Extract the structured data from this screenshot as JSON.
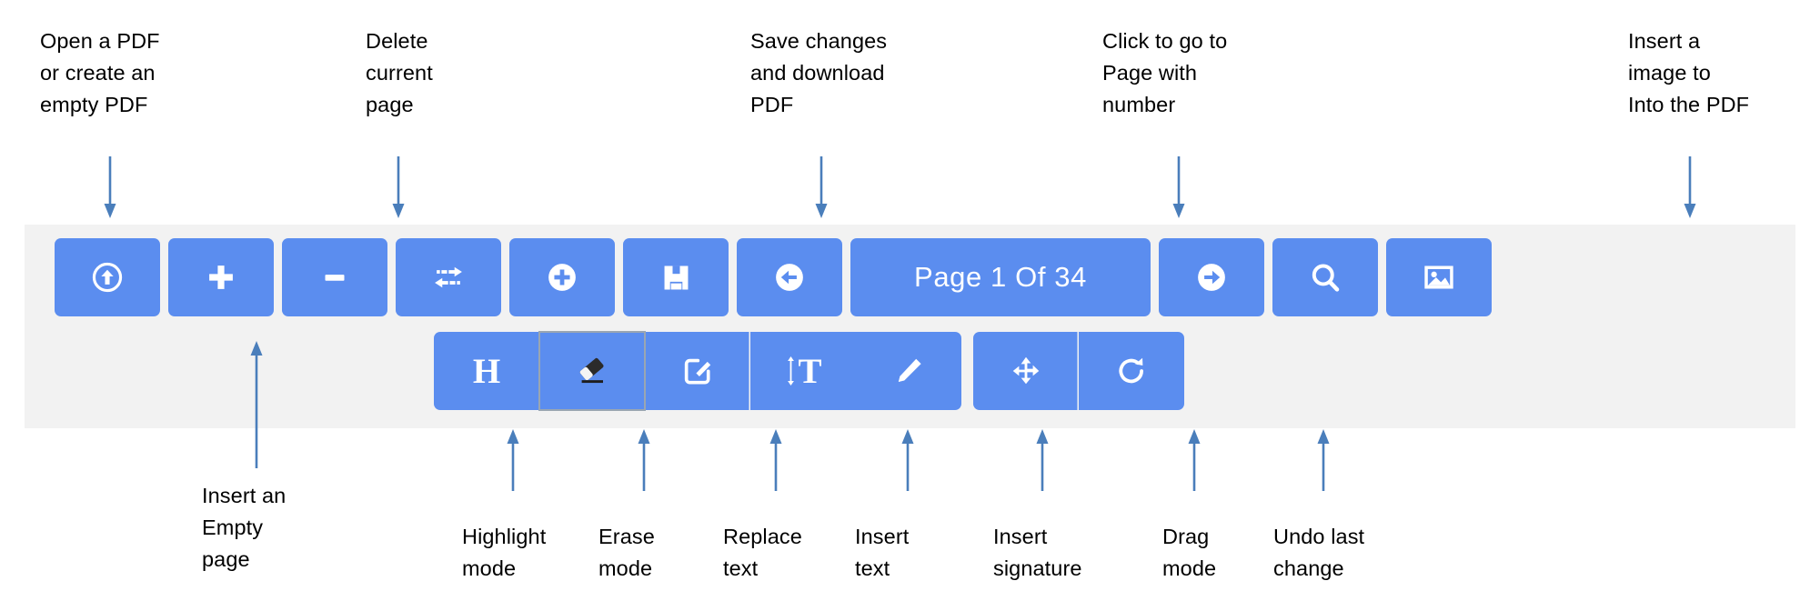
{
  "accent_blue": "#5b8def",
  "toolbar_bg": "#f2f2f2",
  "arrow_color": "#4a7ebb",
  "text_color": "#000000",
  "annotations": {
    "top": [
      {
        "id": "open-pdf",
        "text": "Open a PDF\nor create an\nempty PDF"
      },
      {
        "id": "delete-page",
        "text": "Delete\ncurrent\npage"
      },
      {
        "id": "save-pdf",
        "text": "Save changes\nand download\nPDF"
      },
      {
        "id": "goto-page",
        "text": "Click to go to\nPage with\nnumber"
      },
      {
        "id": "insert-image",
        "text": "Insert a\nimage to\nInto the PDF"
      }
    ],
    "bottom": [
      {
        "id": "insert-empty-page",
        "text": "Insert an\nEmpty\npage"
      },
      {
        "id": "highlight-mode",
        "text": "Highlight\nmode"
      },
      {
        "id": "erase-mode",
        "text": "Erase\nmode"
      },
      {
        "id": "replace-text",
        "text": "Replace\ntext"
      },
      {
        "id": "insert-text",
        "text": "Insert\ntext"
      },
      {
        "id": "insert-signature",
        "text": "Insert\nsignature"
      },
      {
        "id": "drag-mode",
        "text": "Drag\nmode"
      },
      {
        "id": "undo-last-change",
        "text": "Undo last\nchange"
      }
    ]
  },
  "toolbar": {
    "row1": [
      {
        "name": "open-pdf-button",
        "icon": "upload-circle-icon",
        "label": ""
      },
      {
        "name": "insert-page-button",
        "icon": "plus-icon",
        "label": ""
      },
      {
        "name": "delete-page-button",
        "icon": "minus-icon",
        "label": ""
      },
      {
        "name": "swap-pages-button",
        "icon": "exchange-arrows-icon",
        "label": ""
      },
      {
        "name": "add-page-button",
        "icon": "plus-circle-icon",
        "label": ""
      },
      {
        "name": "save-pdf-button",
        "icon": "floppy-save-icon",
        "label": ""
      },
      {
        "name": "previous-page-button",
        "icon": "arrow-left-circle-icon",
        "label": ""
      },
      {
        "name": "page-indicator-button",
        "icon": "",
        "label": "Page 1 Of 34"
      },
      {
        "name": "next-page-button",
        "icon": "arrow-right-circle-icon",
        "label": ""
      },
      {
        "name": "search-button",
        "icon": "search-icon",
        "label": ""
      },
      {
        "name": "insert-image-button",
        "icon": "image-icon",
        "label": ""
      }
    ],
    "row2": [
      {
        "name": "highlight-mode-button",
        "icon": "letter-h-icon",
        "active": false
      },
      {
        "name": "erase-mode-button",
        "icon": "eraser-icon",
        "active": true
      },
      {
        "name": "replace-text-button",
        "icon": "edit-square-icon",
        "active": false
      },
      {
        "name": "insert-text-button",
        "icon": "insert-text-icon",
        "active": false
      },
      {
        "name": "insert-signature-button",
        "icon": "pencil-icon",
        "active": false
      },
      {
        "name": "drag-mode-button",
        "icon": "move-arrows-icon",
        "active": false
      },
      {
        "name": "undo-button",
        "icon": "rotate-clockwise-icon",
        "active": false
      }
    ],
    "page_indicator": {
      "value": "Page 1 Of 34",
      "current_page": 1,
      "total_pages": 34
    }
  }
}
